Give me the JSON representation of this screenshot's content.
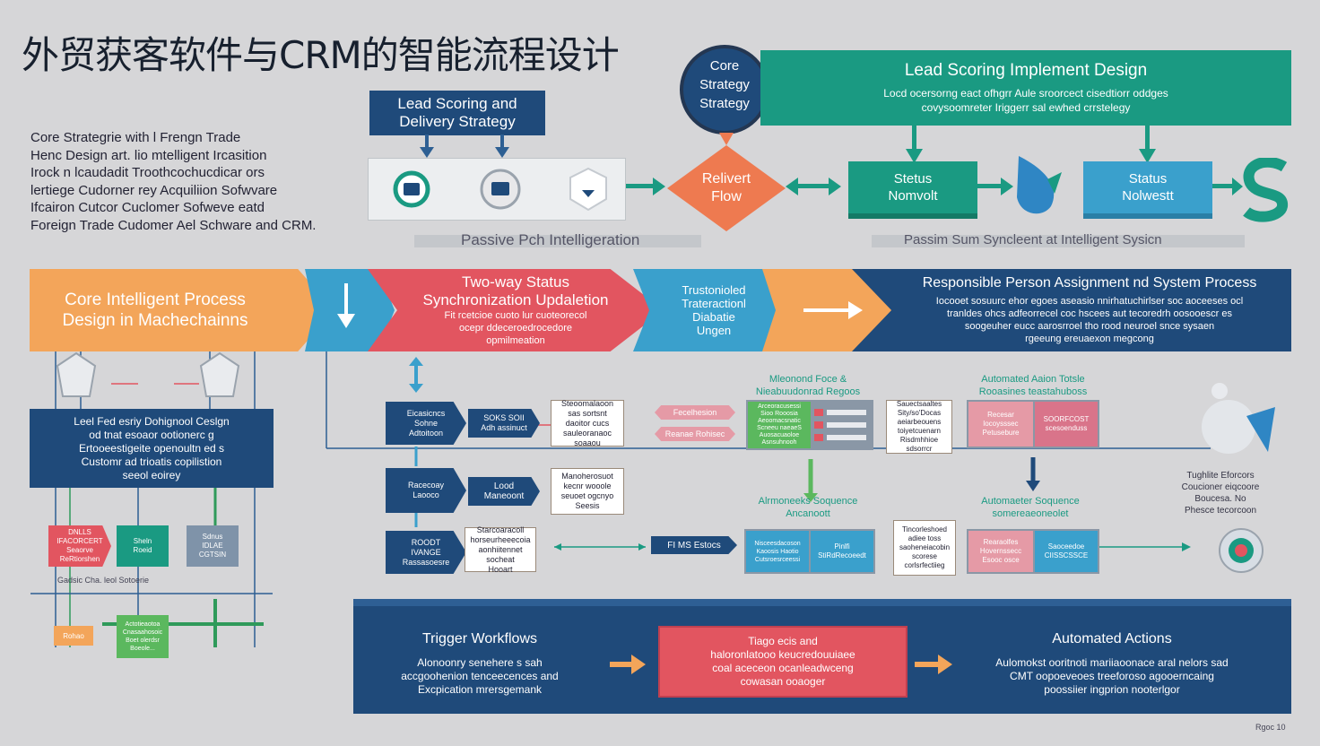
{
  "title": "外贸获客软件与CRM的智能流程设计",
  "intro": "Core Strategrie with l Frengn Trade\nHenc Design art. lio mtelligent Ircasition\nIrock n lcaudadit Troothcochucdicar ors\nlertiege Cudorner rey Acquiliion Sofwvare\nIfcairon Cutcor Cuclomer Sofweve eatd\nForeign Trade Cudomer Ael Schware and CRM.",
  "top": {
    "lead_scoring_label": "Lead Scoring and\nDelivery Strategy",
    "core_strategy": "Core\nStrategy\nStrategy",
    "relivert_flow": "Relivert\nFlow",
    "implement_title": "Lead Scoring Implement Design",
    "implement_desc": "Locd ocersorng eact ofhgrr Aule sroorcect cisedtiorr oddges\ncovysoomreter Iriggerr sal ewhed crrstelegy",
    "status_left": "Stetus\nNomvolt",
    "status_right": "Status\nNolwestt",
    "passive_left": "Passive Pch  Intelligeration",
    "passive_right": "Passim Sum Syncleent at  Intelligent Sysicn"
  },
  "band": {
    "core_process": "Core Intelligent Process\nDesign in Machechainns",
    "twoway_title": "Two-way Status\nSynchronization Updaletion",
    "twoway_desc": "Fit rcetcioe cuoto lur cuoteorecol\nocepr ddeceroedrocedore\nopmilmeation",
    "trustonioled": "Trustonioled\nTrateractionl\nDiabatie\nUngen",
    "responsible_title": "Responsible Person Assignment nd System Process",
    "responsible_desc": "Iocooet sosuurc ehor egoes aseasio nnirhatuchirlser soc aoceeses ocl\ntranldes ohcs adfeorrecel coc hscees aut tecoredrh oosooescr es\nsoogeuher eucc aarosrroel tho rood neuroel snce sysaen\nrgeeung ereuaexon megcong"
  },
  "left_panel": {
    "lead_feed": "Leel Fed esriy Dohignool Ceslgn\nod tnat esoaor ootionerc g\nErtooeestigeite openoultn ed s\nCustomr ad trioatis copilistion\nseeol eoirey",
    "dnlls": "DNLLS\nIFACORCERT\nSeaorve\nReRtiorshen",
    "sheln": "Sheln\nRoeid",
    "sdnus": "Sdnus\nIDLAE\nCGTSIN",
    "caption": "Gadsic Cha. leol Sotoerie",
    "small_box": "Rohao",
    "green_box": "Actotieaotoa\nCnasaahosoic\nBoet olerdsr\nBoeole..."
  },
  "mid_flow": {
    "row1_a": "Eicasicncs\nSohne\nAdtoitoon",
    "row1_b": "SOKS SOII\nAdh assinuct",
    "row1_note": "Steoomalaoon\nsas sortsnt\ndaoitor cucs\nsauleoranaoc\nsoaaou",
    "row2_a": "Racecoay\nLaooco",
    "row2_b": "Lood\nManeoont",
    "row2_note": "Manoherosuot\nkecnr wooole\nseuoet ogcnyo\nSeesis",
    "row3_a": "ROODT\nIVANGE\nRassasoesre",
    "row3_note": "Starcoaracoll\nhorseurheeecoia\naonhiitennet\nsocheat\nHooart",
    "fi_status": "FI MS Estocs",
    "pink1": "Fecelhesion",
    "pink2": "Reanae Rohisec",
    "automated_regoos_title": "Mleonond Foce &\nNieabuudonrad Regoos",
    "green_list": "Arceoracusessi\nSioo Rooosia\nAeoomacsnatic\nScneeu naeaeS\nAuosacuaoloe\nAsnsuhnooh",
    "mid_note": "Sauectsaaltes\nSity/so'Docas\naeiarbeouens\ntoiyetcuenarn\nRisdmhhioe\nsdsorrcr",
    "automated_action_title": "Automated Aaion Totsle\nRooasines teastahuboss",
    "pink_cells": "Recesar\nlocoysssec\nPetusebure",
    "pink_cells2": "SOORFCOST\nscesoenduss",
    "seq_left_title": "Alrmoneeks Soquence\nAncanoott",
    "seq_right_title": "Automaeter Soquence\nsomereaeoneolet",
    "blue_left_a": "Nisceesdacoson\nKaoosis Haotio\nCutsroesrceessi",
    "blue_left_b": "Pinlfi\nStiRdRecoeedt",
    "low_note": "Tincorleshoed\nadiee toss\nsaoheneiacobin\nscorese\ncorlsrfectiieg",
    "pink_low": "Rearaolfes\nHovernssecc\nEsooc osce",
    "sky_low": "Saoceedoe\nCIISSCSSCE",
    "right_note": "Tughlite Eforcors\nCoucioner eiqcoore\nBoucesa. No\nPhesce tecorcoon"
  },
  "bottom": {
    "trigger_title": "Trigger Workflows",
    "trigger_desc": "Alonoonry senehere s sah\naccgoohenion tenceecences and\nExcpication mrersgemank",
    "mid_desc": "Tiago ecis and\nhaloronlatooo keucredouuiaee\ncoal aceceon ocanleadwceng\ncowasan ooaoger",
    "automated_title": "Automated Actions",
    "automated_desc": "Aulomokst ooritnoti mariiaoonace aral nelors sad\nCMT oopoeveoes treeforoso agooerncaing\npoossiier ingprion nooterlgor"
  },
  "page_label": "Rgoc 10",
  "colors": {
    "navy": "#1f4a7a",
    "teal": "#1a9a82",
    "sky": "#3aa0cc",
    "red": "#e25560",
    "orange": "#f3a55a",
    "green": "#2f9a5a"
  }
}
